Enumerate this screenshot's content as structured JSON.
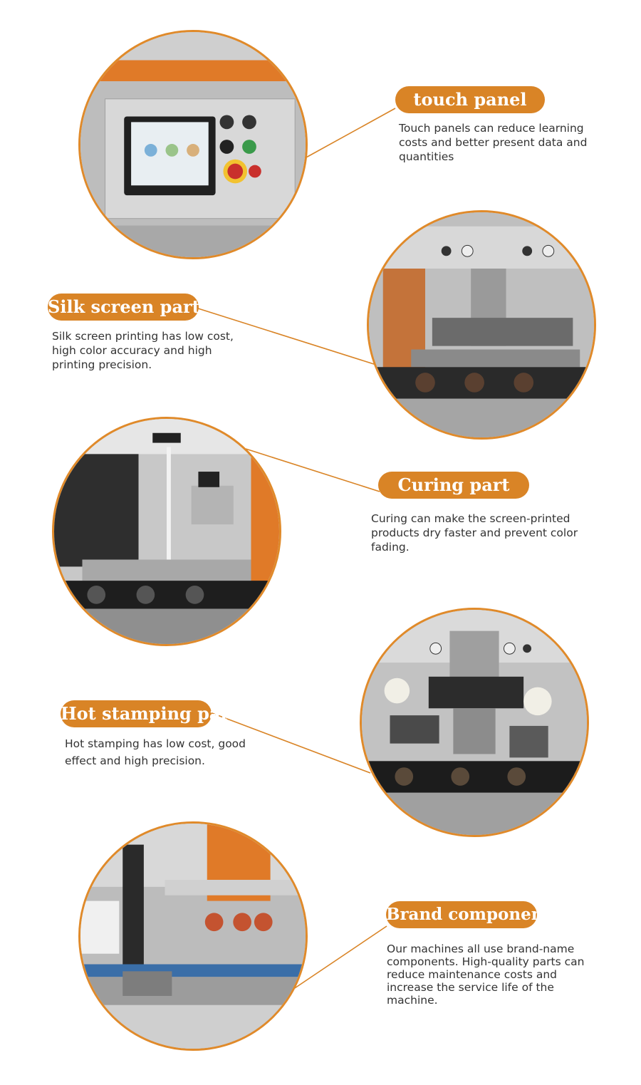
{
  "accent_color": "#d98426",
  "features": [
    {
      "id": "touch-panel",
      "title": "touch panel",
      "description": "Touch panels can reduce learning costs and better present data and quantities",
      "photo_icon": "control-panel-photo"
    },
    {
      "id": "silk-screen",
      "title": "Silk screen part",
      "description": "Silk screen printing has low cost, high color accuracy and high printing precision.",
      "photo_icon": "silk-screen-unit-photo"
    },
    {
      "id": "curing",
      "title": "Curing part",
      "description": "Curing can make the screen-printed products dry faster and prevent color fading.",
      "photo_icon": "curing-unit-photo"
    },
    {
      "id": "hot-stamping",
      "title": "Hot stamping part",
      "description": "Hot stamping has low cost, good effect and high precision.",
      "photo_icon": "hot-stamping-unit-photo"
    },
    {
      "id": "brand-components",
      "title": "Brand components",
      "description": "Our machines all use brand-name components. High-quality parts can reduce maintenance costs and increase the service life of the machine.",
      "photo_icon": "conveyor-components-photo"
    }
  ]
}
